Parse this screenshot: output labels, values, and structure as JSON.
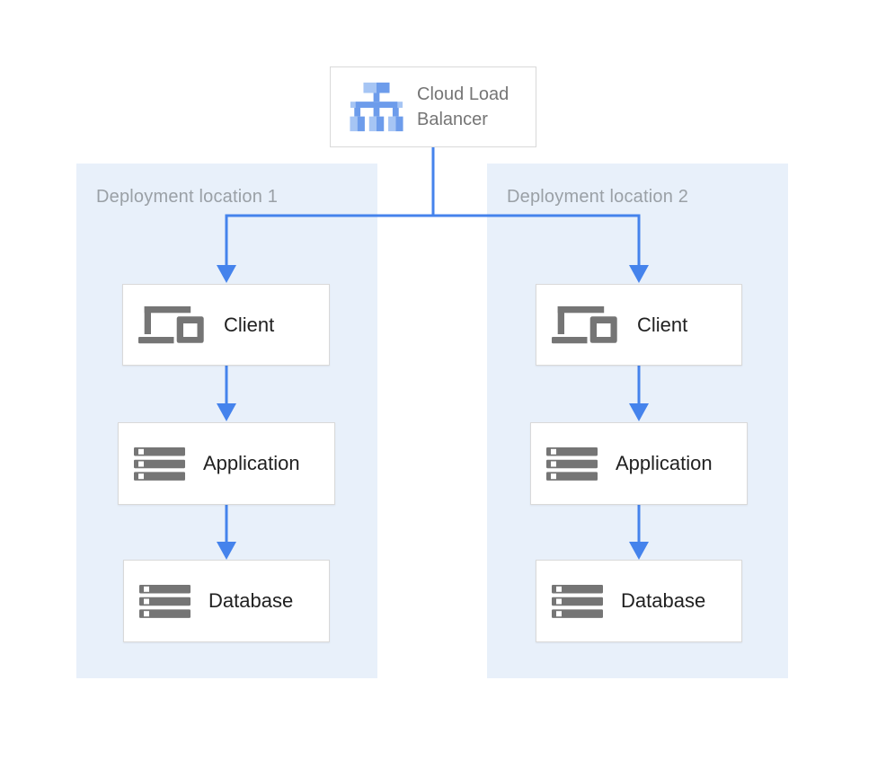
{
  "diagram": {
    "load_balancer": {
      "label": "Cloud Load Balancer",
      "icon": "load-balancer-icon"
    },
    "panels": [
      {
        "title": "Deployment location 1",
        "nodes": [
          {
            "label": "Client",
            "icon": "client-devices-icon"
          },
          {
            "label": "Application",
            "icon": "server-stack-icon"
          },
          {
            "label": "Database",
            "icon": "server-stack-icon"
          }
        ]
      },
      {
        "title": "Deployment location 2",
        "nodes": [
          {
            "label": "Client",
            "icon": "client-devices-icon"
          },
          {
            "label": "Application",
            "icon": "server-stack-icon"
          },
          {
            "label": "Database",
            "icon": "server-stack-icon"
          }
        ]
      }
    ]
  },
  "colors": {
    "page_bg": "#ffffff",
    "panel_bg": "#e8f0fa",
    "panel_title_text": "#9aa0a6",
    "box_border": "#d9d9d9",
    "node_text": "#212121",
    "lb_text": "#757575",
    "icon_gray": "#757575",
    "arrow": "#4583ec",
    "lb_blue": "#6d9ceb",
    "lb_light_blue": "#a6c5f4"
  }
}
